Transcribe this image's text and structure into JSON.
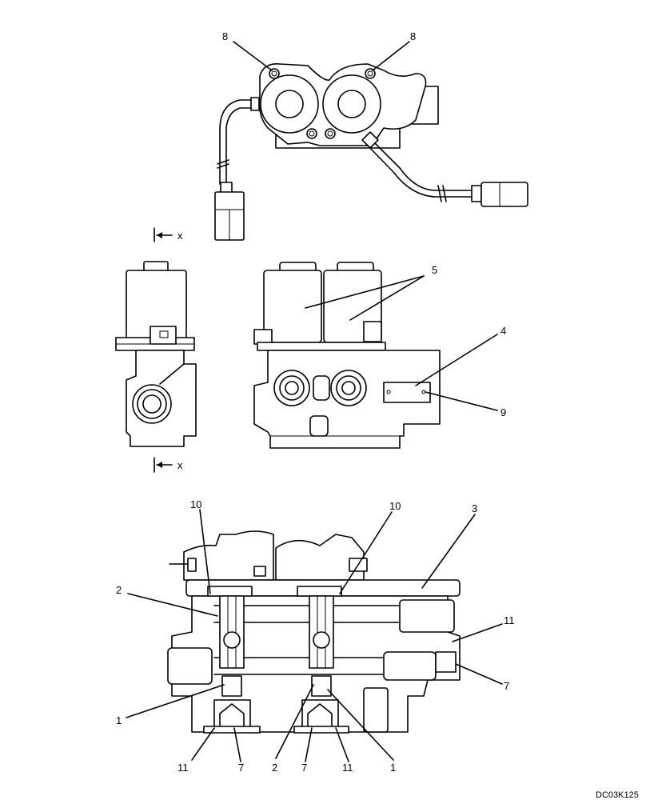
{
  "labels": {
    "item_1": "1",
    "item_2": "2",
    "item_3": "3",
    "item_4": "4",
    "item_5": "5",
    "item_7": "7",
    "item_8": "8",
    "item_9": "9",
    "item_10": "10",
    "item_11": "11"
  },
  "section_marker": "x",
  "drawing_code": "DC03K125"
}
